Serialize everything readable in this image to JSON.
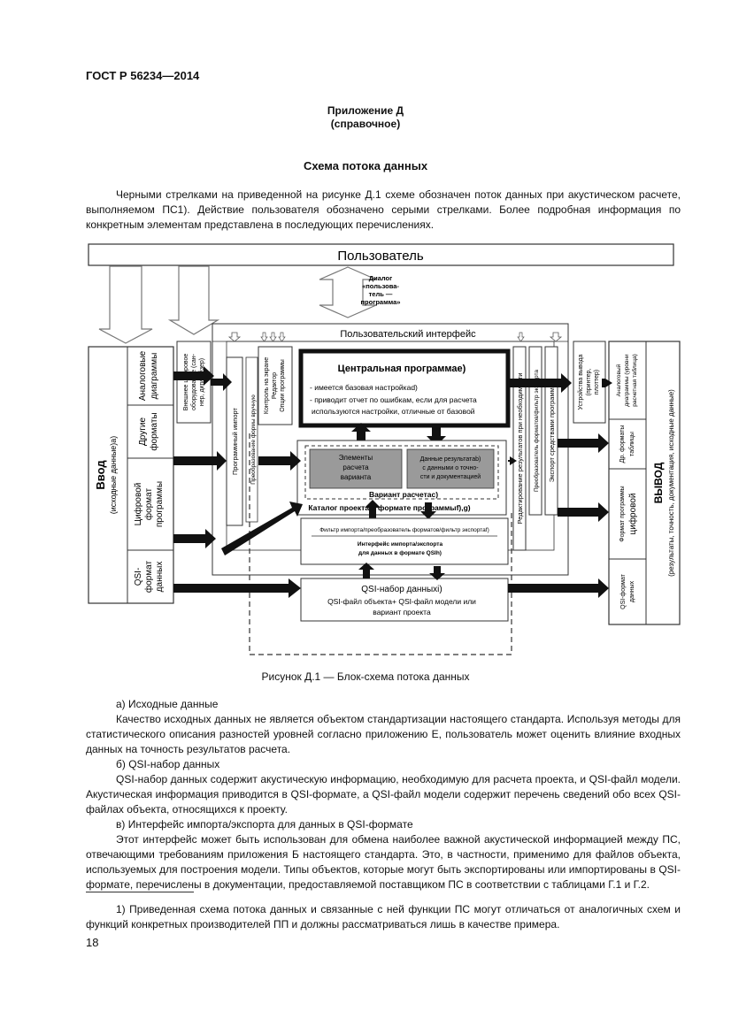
{
  "header": {
    "standard": "ГОСТ Р 56234—2014"
  },
  "appendix": {
    "title": "Приложение Д",
    "subtitle": "(справочное)"
  },
  "section_title": "Схема потока данных",
  "intro": "Черными стрелками на приведенной на рисунке Д.1 схеме обозначен поток данных при акустическом расчете, выполняемом ПС1). Действие пользователя обозначено серыми стрелками. Более подробная информация по конкретным элементам представлена в последующих перечислениях.",
  "diagram": {
    "user": "Пользователь",
    "dialog": [
      "Диалог",
      "«пользова-",
      "тель —",
      "программа»"
    ],
    "ui": "Пользовательский интерфейс",
    "input_title": "Ввод",
    "input_sub": "(исходные данные)a)",
    "in_analog": [
      "Аналоговые",
      "диаграммы"
    ],
    "in_other": [
      "Другие",
      "форматы"
    ],
    "in_digital": [
      "Цифровой",
      "формат",
      "программы"
    ],
    "in_qsi": [
      "QSI-",
      "формат",
      "данных"
    ],
    "ext_digital": [
      "Внешнее цифровое",
      "оборудование (сан-",
      "нер, дигитайзер)"
    ],
    "prog_import": "Программный импорт",
    "conv_manual": "Преобразование формы вручную",
    "screen_ctrl": [
      "Контроль на экране",
      "Редактор",
      "Опции программы"
    ],
    "central_title": "Центральная программаe)",
    "central_l1": "- имеется базовая настройкаd)",
    "central_l2": "- приводит отчет по ошибкам, если для расчета",
    "central_l3": "используются настройки, отличные от базовой",
    "elements": [
      "Элементы",
      "расчета",
      "варианта"
    ],
    "results": [
      "Данные результатаb)",
      "с данными о точно-",
      "сти и документацией"
    ],
    "variant": "Вариант расчетаc)",
    "catalog": "Каталог проекта в формате программыf),g)",
    "filter": "Фильтр импорта/преобразователь форматов/фильтр экспортаf)",
    "io_iface_1": "Интерфейс импорта/экспорта",
    "io_iface_2": "для данных в формате QSIh)",
    "qsi_set": "QSI-набор данныхi)",
    "qsi_set_l1": "QSI-файл объекта+ QSI-файл модели или",
    "qsi_set_l2": "вариант проекта",
    "edit_results": "Редактирование результатов при необходимости",
    "conv_export": "Преобразователь форматов/фильтр экспорта",
    "export_prog": "Экспорт средствами программыj)",
    "dev_output": [
      "Устройства вывода",
      "(принтер,",
      "плоттер)"
    ],
    "out_analog": [
      "Аналоговый",
      "диаграммы (уровни",
      "расчетная таблица)"
    ],
    "out_other": [
      "Др. форматы",
      "таблицы"
    ],
    "out_digital": [
      "Формат программы",
      "цифровой"
    ],
    "out_qsi": [
      "QSI-формат",
      "данных"
    ],
    "output_title": "ВЫВОД",
    "output_sub": "(результаты, точность, документация, исходные данные)"
  },
  "figure_caption": "Рисунок Д.1 — Блок-схема потока данных",
  "items": [
    {
      "head": "а) Исходные данные",
      "text": "Качество исходных данных не является объектом стандартизации настоящего стандарта. Используя методы для статистического описания разностей уровней согласно приложению Е, пользователь может оценить влияние входных данных на точность результатов расчета."
    },
    {
      "head": "б) QSI-набор данных",
      "text": "QSI-набор данных содержит акустическую информацию, необходимую для расчета проекта, и QSI-файл модели. Акустическая информация приводится в QSI-формате, а QSI-файл модели содержит перечень сведений обо всех QSI-файлах объекта, относящихся к проекту."
    },
    {
      "head": "в) Интерфейс импорта/экспорта для данных в QSI-формате",
      "text": "Этот интерфейс может быть использован для обмена наиболее важной акустической информацией между ПС, отвечающими требованиям приложения Б настоящего стандарта. Это, в частности, применимо для файлов объекта, используемых для построения модели. Типы объектов, которые могут быть экспортированы или импортированы в QSI-формате, перечислены в документации, предоставляемой поставщиком ПС в соответствии с таблицами Г.1 и Г.2."
    }
  ],
  "footnote": "1) Приведенная схема потока данных и связанные с ней функции ПС могут отличаться от аналогичных схем и функций конкретных производителей ПП и должны рассматриваться лишь в качестве примера.",
  "page_number": "18"
}
